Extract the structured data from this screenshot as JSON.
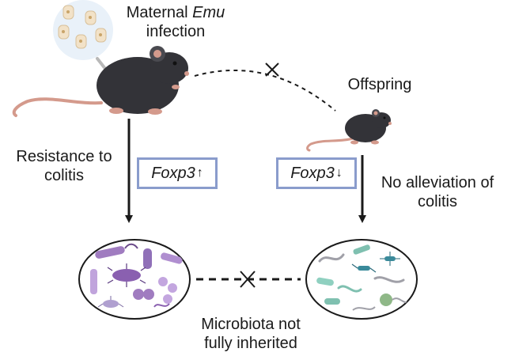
{
  "labels": {
    "maternal_line1": "Maternal ",
    "maternal_emu": "Emu",
    "maternal_line2": "infection",
    "offspring": "Offspring",
    "resistance_line1": "Resistance to",
    "resistance_line2": "colitis",
    "no_alleviation_line1": "No alleviation of",
    "no_alleviation_line2": "colitis",
    "microbiota_line1": "Microbiota not",
    "microbiota_line2": "fully inherited"
  },
  "boxes": {
    "left": {
      "gene": "Foxp3",
      "arrow": "↑"
    },
    "right": {
      "gene": "Foxp3",
      "arrow": "↓"
    }
  },
  "colors": {
    "mouse_body": "#333338",
    "mouse_tail": "#d49a8c",
    "box_border": "#8a9ccc",
    "arrow": "#1a1a1a",
    "left_microbes": "#a07cc0",
    "right_microbes": "#7fc0b0"
  }
}
